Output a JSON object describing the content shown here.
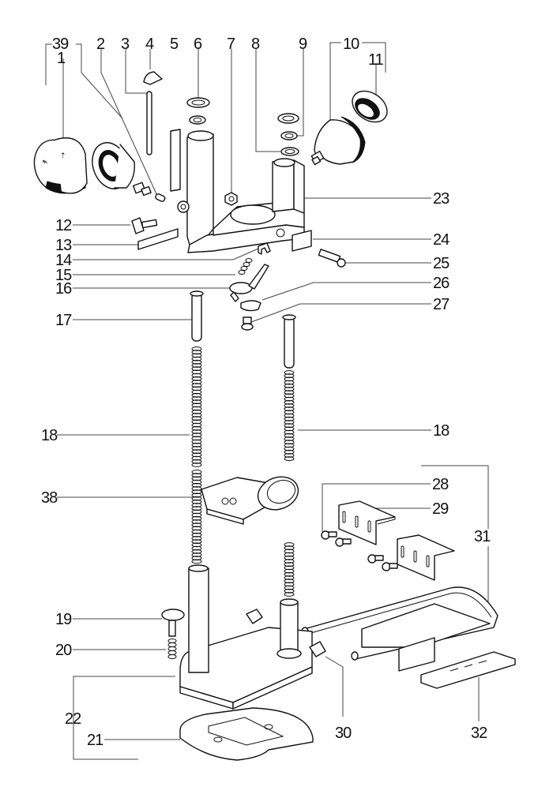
{
  "diagram": {
    "type": "exploded-parts-view",
    "subject": "Drill stand / plunge base assembly",
    "line_color": "#111111",
    "background": "#ffffff"
  },
  "callouts": [
    {
      "id": "39",
      "label": "39",
      "part": "knob-assembly-group"
    },
    {
      "id": "1",
      "label": "1",
      "part": "rotary-knob-cap"
    },
    {
      "id": "2",
      "label": "2",
      "part": "small-pin"
    },
    {
      "id": "3",
      "label": "3",
      "part": "long-pin"
    },
    {
      "id": "4",
      "label": "4",
      "part": "lock-tab"
    },
    {
      "id": "5",
      "label": "5",
      "part": "scale-strip"
    },
    {
      "id": "6",
      "label": "6",
      "part": "circlip-and-washer-left"
    },
    {
      "id": "7",
      "label": "7",
      "part": "hex-nut"
    },
    {
      "id": "8",
      "label": "8",
      "part": "retaining-ring"
    },
    {
      "id": "9",
      "label": "9",
      "part": "washer-right"
    },
    {
      "id": "10",
      "label": "10",
      "part": "clamp-knob-assembly"
    },
    {
      "id": "11",
      "label": "11",
      "part": "knob-ring"
    },
    {
      "id": "12",
      "label": "12",
      "part": "wing-screw"
    },
    {
      "id": "13",
      "label": "13",
      "part": "label-strip"
    },
    {
      "id": "14",
      "label": "14",
      "part": "clip"
    },
    {
      "id": "15",
      "label": "15",
      "part": "small-spring"
    },
    {
      "id": "16",
      "label": "16",
      "part": "lever"
    },
    {
      "id": "17",
      "label": "17",
      "part": "guide-rod-left"
    },
    {
      "id": "18",
      "label": "18",
      "part": "return-spring"
    },
    {
      "id": "19",
      "label": "19",
      "part": "thumb-screw"
    },
    {
      "id": "20",
      "label": "20",
      "part": "compression-spring"
    },
    {
      "id": "21",
      "label": "21",
      "part": "base-plate"
    },
    {
      "id": "22",
      "label": "22",
      "part": "base-assembly"
    },
    {
      "id": "23",
      "label": "23",
      "part": "upper-housing-bracket"
    },
    {
      "id": "24",
      "label": "24",
      "part": "clamp-plate"
    },
    {
      "id": "25",
      "label": "25",
      "part": "cap-screw"
    },
    {
      "id": "26",
      "label": "26",
      "part": "stop-plate"
    },
    {
      "id": "27",
      "label": "27",
      "part": "set-screw"
    },
    {
      "id": "28",
      "label": "28",
      "part": "bracket-screws"
    },
    {
      "id": "29",
      "label": "29",
      "part": "angle-bracket"
    },
    {
      "id": "30",
      "label": "30",
      "part": "wing-knob"
    },
    {
      "id": "31",
      "label": "31",
      "part": "parallel-guide-assembly"
    },
    {
      "id": "32",
      "label": "32",
      "part": "scale-slide"
    },
    {
      "id": "38",
      "label": "38",
      "part": "depth-stop-carriage"
    }
  ]
}
